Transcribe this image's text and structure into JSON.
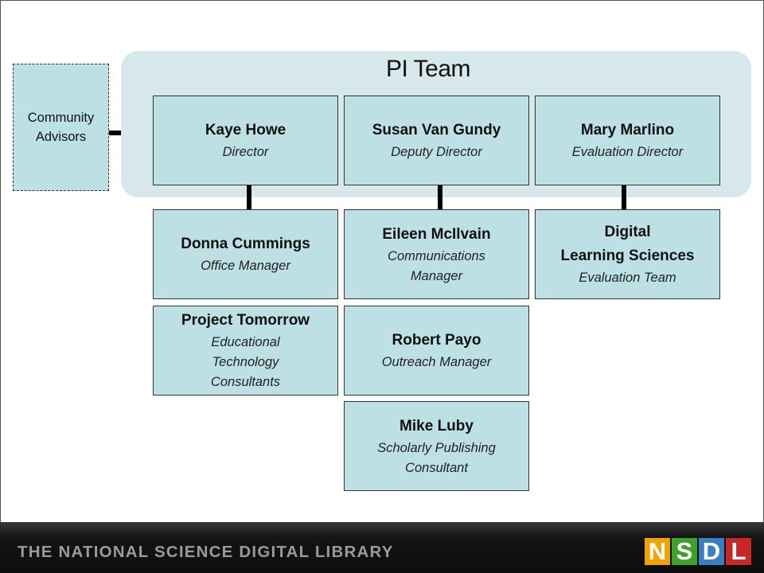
{
  "title": "PI Team",
  "advisors": {
    "line1": "Community",
    "line2": "Advisors"
  },
  "pi_team": [
    {
      "name": "Kaye Howe",
      "role": "Director"
    },
    {
      "name": "Susan Van Gundy",
      "role": "Deputy Director"
    },
    {
      "name": "Mary Marlino",
      "role": "Evaluation Director"
    }
  ],
  "staff": {
    "donna": {
      "name": "Donna Cummings",
      "role": "Office Manager"
    },
    "eileen": {
      "name": "Eileen McIlvain",
      "role_line1": "Communications",
      "role_line2": "Manager"
    },
    "dls": {
      "name_line1": "Digital",
      "name_line2": "Learning Sciences",
      "role": "Evaluation Team"
    },
    "project_tomorrow": {
      "name": "Project Tomorrow",
      "role_line1": "Educational",
      "role_line2": "Technology",
      "role_line3": "Consultants"
    },
    "robert": {
      "name": "Robert Payo",
      "role": "Outreach Manager"
    },
    "mike": {
      "name": "Mike Luby",
      "role_line1": "Scholarly Publishing",
      "role_line2": "Consultant"
    }
  },
  "footer": {
    "text": "THE NATIONAL SCIENCE DIGITAL LIBRARY",
    "logo": [
      {
        "letter": "N",
        "color": "#f2a300"
      },
      {
        "letter": "S",
        "color": "#3fa02a"
      },
      {
        "letter": "D",
        "color": "#3a7fc4"
      },
      {
        "letter": "L",
        "color": "#c62828"
      }
    ]
  }
}
